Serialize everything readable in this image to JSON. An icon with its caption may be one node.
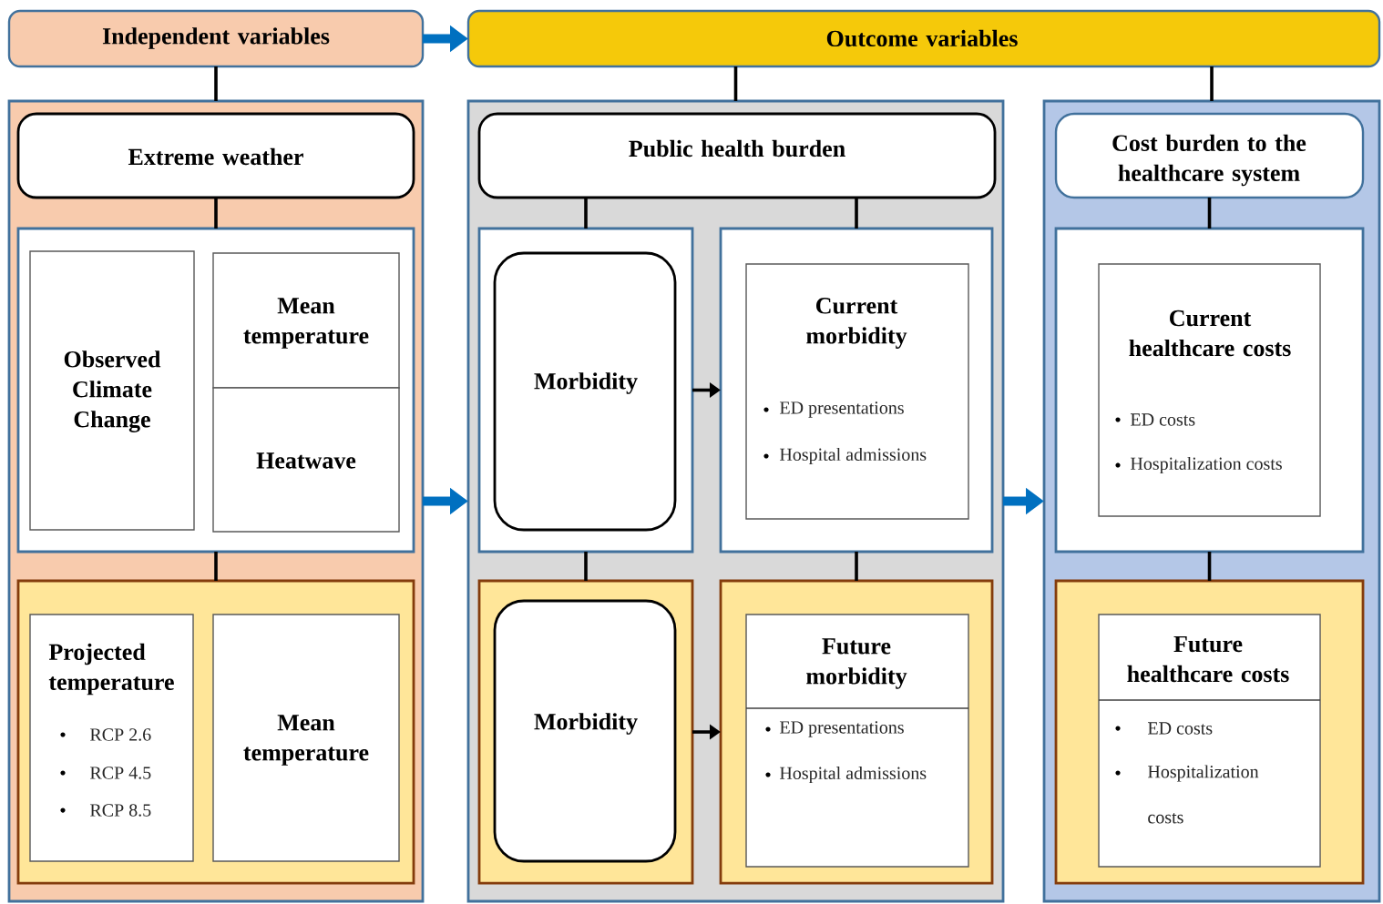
{
  "diagram": {
    "nodes": [
      {
        "text": [
          "Independent variables"
        ]
      },
      {
        "text": [
          "Outcome variables"
        ]
      },
      {
        "text": [],
        "shape": "box"
      },
      {
        "text": [
          "Extreme weather"
        ],
        "in": 2
      },
      {
        "text": [],
        "shape": "box",
        "in": 2
      },
      {
        "text": [
          "Observed Climate Change"
        ],
        "in": 4
      },
      {
        "text": [
          "Mean temperature"
        ],
        "in": 4
      },
      {
        "text": [
          "Heatwave"
        ],
        "in": 4
      },
      {
        "text": [],
        "shape": "box",
        "in": 2
      },
      {
        "text": [
          "Projected temperature",
          "RCP 2.6",
          "RCP 4.5",
          "RCP 8.5"
        ],
        "in": 8
      },
      {
        "text": [
          "Mean temperature"
        ],
        "in": 8
      },
      {
        "text": [],
        "shape": "box"
      },
      {
        "text": [
          "Public health burden"
        ],
        "in": 11
      },
      {
        "text": [],
        "shape": "box",
        "in": 11
      },
      {
        "text": [
          "Morbidity"
        ],
        "in": 13
      },
      {
        "text": [],
        "shape": "box",
        "in": 11
      },
      {
        "text": [
          "Current morbidity",
          "ED presentations",
          "Hospital admissions"
        ],
        "in": 15
      },
      {
        "text": [],
        "shape": "box",
        "in": 11
      },
      {
        "text": [
          "Morbidity"
        ],
        "in": 17
      },
      {
        "text": [],
        "shape": "box",
        "in": 11
      },
      {
        "text": [
          "Future morbidity",
          "ED presentations",
          "Hospital admissions"
        ],
        "in": 19
      },
      {
        "text": [],
        "shape": "box"
      },
      {
        "text": [
          "Cost burden to the healthcare system"
        ],
        "in": 21
      },
      {
        "text": [],
        "shape": "box",
        "in": 21
      },
      {
        "text": [
          "Current healthcare costs",
          "ED costs",
          "Hospitalization costs"
        ],
        "in": 23
      },
      {
        "text": [],
        "shape": "box",
        "in": 21
      },
      {
        "text": [
          "Future healthcare costs",
          "ED costs",
          "Hospitalization costs"
        ],
        "in": 25
      }
    ],
    "edges": [
      {
        "from": 0,
        "to": 1,
        "arrow": "to",
        "style": "thick",
        "color": "#0070c0"
      },
      {
        "from": 0,
        "to": 2,
        "arrow": "none"
      },
      {
        "from": 1,
        "to": 11,
        "arrow": "none"
      },
      {
        "from": 1,
        "to": 21,
        "arrow": "none"
      },
      {
        "from": 3,
        "to": 4,
        "arrow": "none"
      },
      {
        "from": 4,
        "to": 8,
        "arrow": "none"
      },
      {
        "from": 2,
        "to": 11,
        "arrow": "to",
        "style": "thick",
        "color": "#0070c0"
      },
      {
        "from": 12,
        "to": 13,
        "arrow": "none"
      },
      {
        "from": 12,
        "to": 15,
        "arrow": "none"
      },
      {
        "from": 13,
        "to": 15,
        "arrow": "to"
      },
      {
        "from": 13,
        "to": 17,
        "arrow": "none"
      },
      {
        "from": 15,
        "to": 19,
        "arrow": "none"
      },
      {
        "from": 17,
        "to": 19,
        "arrow": "to"
      },
      {
        "from": 11,
        "to": 21,
        "arrow": "to",
        "style": "thick",
        "color": "#0070c0"
      },
      {
        "from": 22,
        "to": 23,
        "arrow": "none"
      },
      {
        "from": 23,
        "to": 25,
        "arrow": "none"
      }
    ]
  }
}
